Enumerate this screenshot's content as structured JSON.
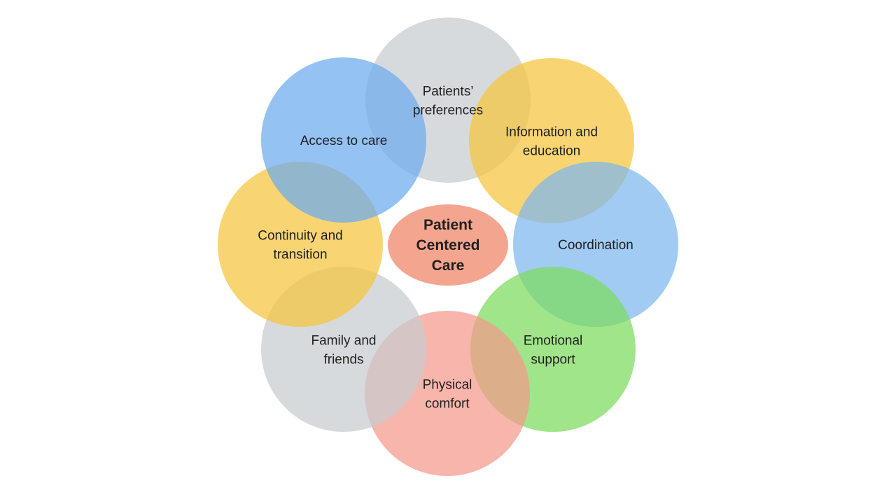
{
  "center": {
    "lines": [
      "Patient",
      "Centered",
      "Care"
    ],
    "color": "#F4A58F"
  },
  "circles": [
    {
      "id": "patients-preferences",
      "lines": [
        "Patients’",
        "preferences"
      ],
      "color": "#C8CCCE"
    },
    {
      "id": "information-and-education",
      "lines": [
        "Information and",
        "education"
      ],
      "color": "#F5C53C"
    },
    {
      "id": "coordination",
      "lines": [
        "Coordination"
      ],
      "color": "#7DB7EE"
    },
    {
      "id": "emotional-support",
      "lines": [
        "Emotional",
        "support"
      ],
      "color": "#7BDB5B"
    },
    {
      "id": "physical-comfort",
      "lines": [
        "Physical",
        "comfort"
      ],
      "color": "#F4988A"
    },
    {
      "id": "family-and-friends",
      "lines": [
        "Family and",
        "friends"
      ],
      "color": "#C8CCCE"
    },
    {
      "id": "continuity-and-transition",
      "lines": [
        "Continuity and",
        "transition"
      ],
      "color": "#F5C53C"
    },
    {
      "id": "access-to-care",
      "lines": [
        "Access to care"
      ],
      "color": "#6BAAEE"
    }
  ]
}
